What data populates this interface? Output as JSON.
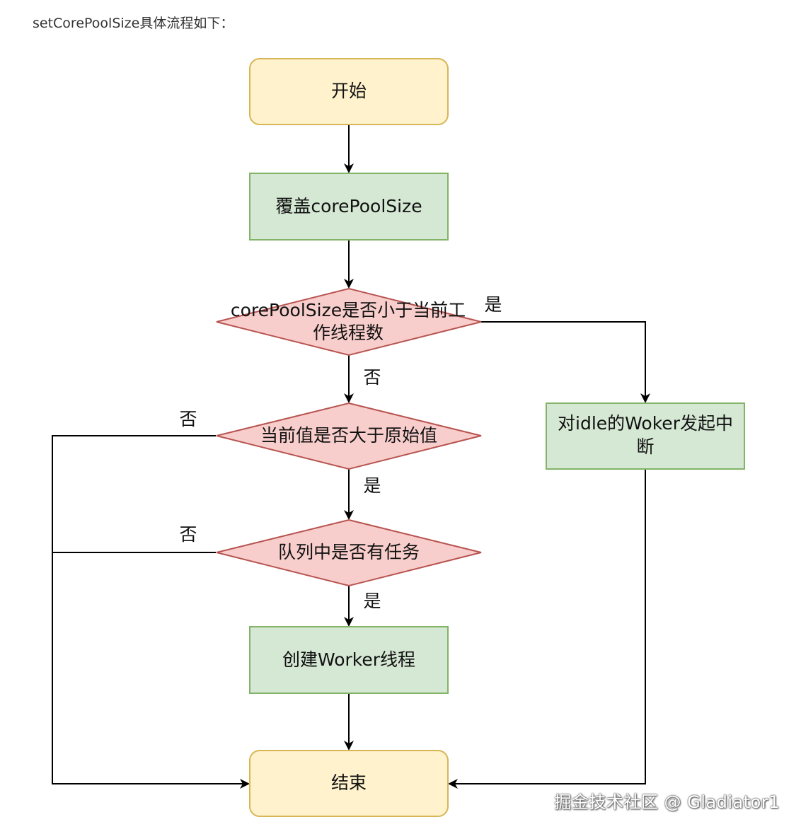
{
  "intro_text": "setCorePoolSize具体流程如下：",
  "nodes": {
    "start": "开始",
    "override": "覆盖corePoolSize",
    "decision_less_line1": "corePoolSize是否小于当前工",
    "decision_less_line2": "作线程数",
    "decision_greater": "当前值是否大于原始值",
    "decision_queue": "队列中是否有任务",
    "create_worker": "创建Worker线程",
    "interrupt_line1": "对idle的Woker发起中",
    "interrupt_line2": "断",
    "end": "结束"
  },
  "edge_labels": {
    "less_yes": "是",
    "less_no": "否",
    "greater_no": "否",
    "greater_yes": "是",
    "queue_no": "否",
    "queue_yes": "是"
  },
  "colors": {
    "terminal_fill": "#fff2cc",
    "terminal_stroke": "#d6b656",
    "process_fill": "#d5e8d4",
    "process_stroke": "#82b366",
    "decision_fill": "#f8cecc",
    "decision_stroke": "#b85450",
    "edge": "#000000"
  },
  "watermark": "掘金技术社区 @ Gladiator1"
}
